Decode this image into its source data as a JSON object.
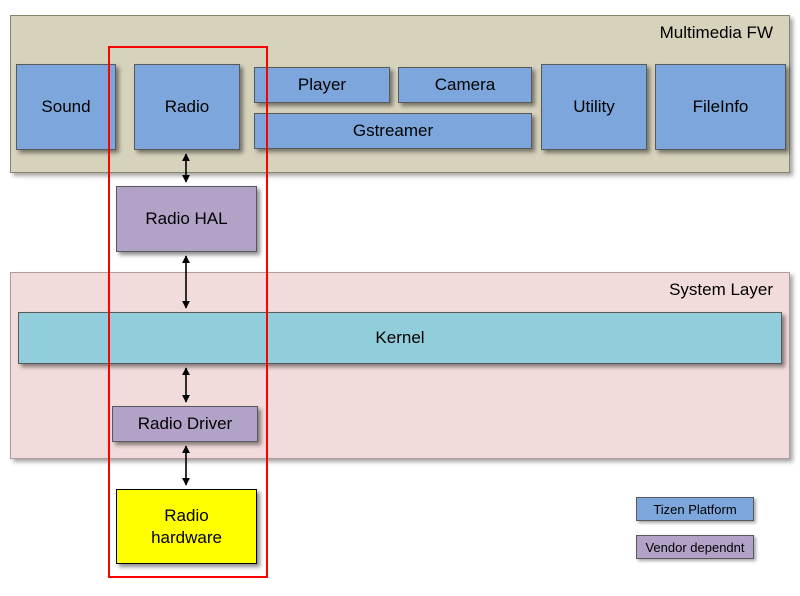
{
  "multimedia_fw": {
    "title": "Multimedia FW",
    "modules": {
      "sound": "Sound",
      "radio": "Radio",
      "player": "Player",
      "camera": "Camera",
      "gstreamer": "Gstreamer",
      "utility": "Utility",
      "fileinfo": "FileInfo"
    }
  },
  "hal": {
    "radio_hal": "Radio HAL"
  },
  "system_layer": {
    "title": "System Layer",
    "kernel": "Kernel"
  },
  "driver": {
    "radio_driver": "Radio Driver"
  },
  "hardware": {
    "radio_hardware": "Radio hardware"
  },
  "legend": {
    "tizen_platform": "Tizen Platform",
    "vendor_dependent": "Vendor dependnt"
  },
  "colors": {
    "tizen_blue": "#7da7dc",
    "vendor_purple": "#b2a2c7",
    "framework_beige": "#d6d2bc",
    "system_pink": "#f2dcdb",
    "kernel_teal": "#92cddc",
    "hardware_yellow": "#ffff00",
    "highlight_red": "#ff0000",
    "arrow_black": "#000000"
  }
}
